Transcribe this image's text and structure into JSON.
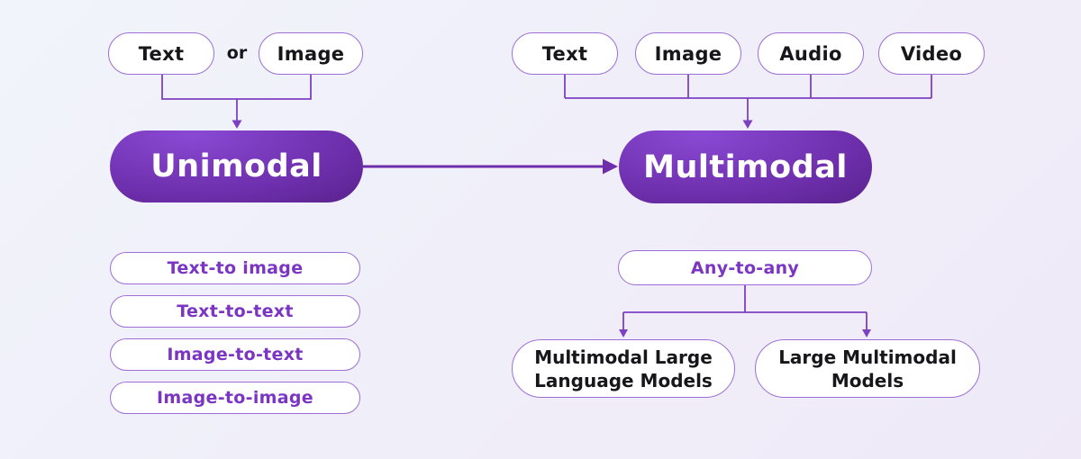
{
  "palette": {
    "background_start": "#f1f4fb",
    "background_end": "#efe9f7",
    "pill_bg": "#ffffff",
    "pill_border": "#9d6fd6",
    "dark_text": "#17161a",
    "purple_text": "#7b35c3",
    "connector": "#7d40c2",
    "arrow": "#6f2cab",
    "node_gradient_light": "#8a49d3",
    "node_gradient_mid": "#6f30ae",
    "node_gradient_dark": "#471672",
    "node_text": "#ffffff"
  },
  "unimodal": {
    "title": "Unimodal",
    "or_label": "or",
    "inputs": [
      "Text",
      "Image"
    ],
    "capabilities": [
      "Text-to image",
      "Text-to-text",
      "Image-to-text",
      "Image-to-image"
    ]
  },
  "multimodal": {
    "title": "Multimodal",
    "inputs": [
      "Text",
      "Image",
      "Audio",
      "Video"
    ],
    "capability": "Any-to-any",
    "model_types": [
      "Multimodal Large Language Models",
      "Large Multimodal Models"
    ]
  }
}
